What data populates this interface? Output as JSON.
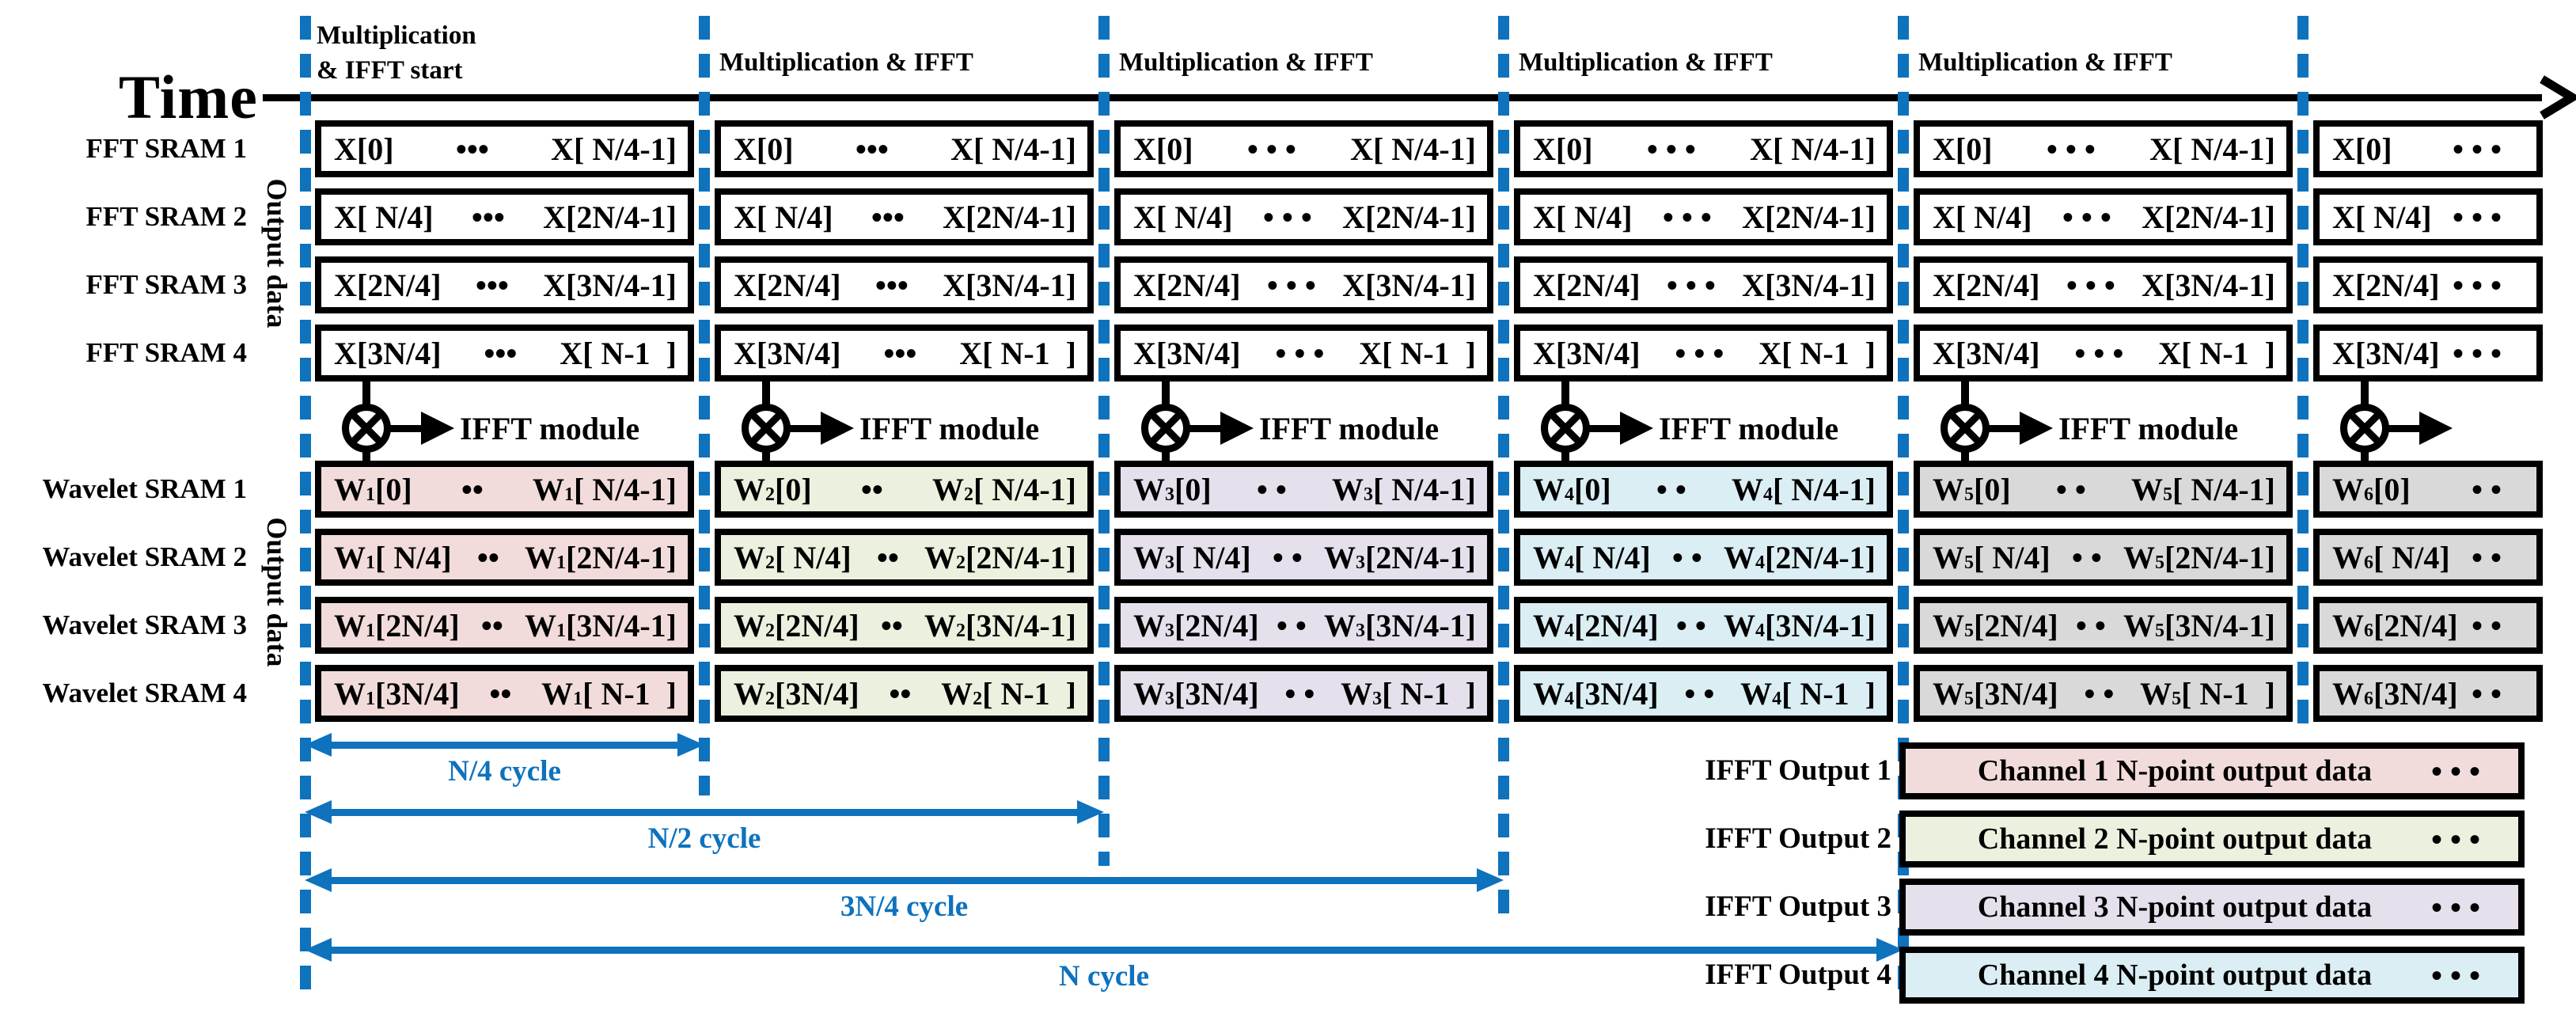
{
  "time_axis": {
    "label": "Time"
  },
  "colors": {
    "accent_blue": "#0e72bd",
    "wavelet_ch1_pink": "#f2dcdb",
    "wavelet_ch2_green": "#ebf1de",
    "wavelet_ch3_lavender": "#e5e0ec",
    "wavelet_ch4_blue": "#daeef3",
    "wavelet_gray": "#d9d9d9",
    "box_white": "#ffffff"
  },
  "left_labels": {
    "fft": [
      "FFT SRAM 1",
      "FFT SRAM 2",
      "FFT SRAM 3",
      "FFT SRAM 4"
    ],
    "wavelet": [
      "Wavelet SRAM 1",
      "Wavelet SRAM 2",
      "Wavelet SRAM 3",
      "Wavelet SRAM 4"
    ],
    "fft_group": "Output data",
    "wavelet_group": "Output data"
  },
  "columns": [
    {
      "header": [
        "Multiplication",
        "& IFFT start"
      ],
      "fft": [
        [
          "X[0]",
          "•••",
          "X[ N/4-1]"
        ],
        [
          "X[ N/4]",
          "•••",
          "X[2N/4-1]"
        ],
        [
          "X[2N/4]",
          "•••",
          "X[3N/4-1]"
        ],
        [
          "X[3N/4]",
          "•••",
          "X[ N-1  ]"
        ]
      ],
      "mult_label": "IFFT module",
      "wavelet": [
        [
          "W_1[0]",
          "••",
          "W_1[ N/4-1]"
        ],
        [
          "W_1[ N/4]",
          "••",
          "W_1[2N/4-1]"
        ],
        [
          "W_1[2N/4]",
          "••",
          "W_1[3N/4-1]"
        ],
        [
          "W_1[3N/4]",
          "••",
          "W_1[ N-1  ]"
        ]
      ],
      "wavelet_color": "#f2dcdb"
    },
    {
      "header": [
        "Multiplication & IFFT"
      ],
      "fft": [
        [
          "X[0]",
          "•••",
          "X[ N/4-1]"
        ],
        [
          "X[ N/4]",
          "•••",
          "X[2N/4-1]"
        ],
        [
          "X[2N/4]",
          "•••",
          "X[3N/4-1]"
        ],
        [
          "X[3N/4]",
          "•••",
          "X[ N-1  ]"
        ]
      ],
      "mult_label": "IFFT module",
      "wavelet": [
        [
          "W_2[0]",
          "••",
          "W_2[ N/4-1]"
        ],
        [
          "W_2[ N/4]",
          "••",
          "W_2[2N/4-1]"
        ],
        [
          "W_2[2N/4]",
          "••",
          "W_2[3N/4-1]"
        ],
        [
          "W_2[3N/4]",
          "••",
          "W_2[ N-1  ]"
        ]
      ],
      "wavelet_color": "#ebf1de"
    },
    {
      "header": [
        "Multiplication & IFFT"
      ],
      "fft": [
        [
          "X[0]",
          "• • •",
          "X[ N/4-1]"
        ],
        [
          "X[ N/4]",
          "• • •",
          "X[2N/4-1]"
        ],
        [
          "X[2N/4]",
          "• • •",
          "X[3N/4-1]"
        ],
        [
          "X[3N/4]",
          "• • •",
          "X[ N-1  ]"
        ]
      ],
      "mult_label": "IFFT module",
      "wavelet": [
        [
          "W_3[0]",
          "• •",
          "W_3[ N/4-1]"
        ],
        [
          "W_3[ N/4]",
          "• •",
          "W_3[2N/4-1]"
        ],
        [
          "W_3[2N/4]",
          "• •",
          "W_3[3N/4-1]"
        ],
        [
          "W_3[3N/4]",
          "• •",
          "W_3[ N-1  ]"
        ]
      ],
      "wavelet_color": "#e5e0ec"
    },
    {
      "header": [
        "Multiplication & IFFT"
      ],
      "fft": [
        [
          "X[0]",
          "• • •",
          "X[ N/4-1]"
        ],
        [
          "X[ N/4]",
          "• • •",
          "X[2N/4-1]"
        ],
        [
          "X[2N/4]",
          "• • •",
          "X[3N/4-1]"
        ],
        [
          "X[3N/4]",
          "• • •",
          "X[ N-1  ]"
        ]
      ],
      "mult_label": "IFFT module",
      "wavelet": [
        [
          "W_4[0]",
          "• •",
          "W_4[ N/4-1]"
        ],
        [
          "W_4[ N/4]",
          "• •",
          "W_4[2N/4-1]"
        ],
        [
          "W_4[2N/4]",
          "• •",
          "W_4[3N/4-1]"
        ],
        [
          "W_4[3N/4]",
          "• •",
          "W_4[ N-1  ]"
        ]
      ],
      "wavelet_color": "#daeef3"
    },
    {
      "header": [
        "Multiplication & IFFT"
      ],
      "fft": [
        [
          "X[0]",
          "• • •",
          "X[ N/4-1]"
        ],
        [
          "X[ N/4]",
          "• • •",
          "X[2N/4-1]"
        ],
        [
          "X[2N/4]",
          "• • •",
          "X[3N/4-1]"
        ],
        [
          "X[3N/4]",
          "• • •",
          "X[ N-1  ]"
        ]
      ],
      "mult_label": "IFFT module",
      "wavelet": [
        [
          "W_5[0]",
          "• •",
          "W_5[ N/4-1]"
        ],
        [
          "W_5[ N/4]",
          "• •",
          "W_5[2N/4-1]"
        ],
        [
          "W_5[2N/4]",
          "• •",
          "W_5[3N/4-1]"
        ],
        [
          "W_5[3N/4]",
          "• •",
          "W_5[ N-1  ]"
        ]
      ],
      "wavelet_color": "#d9d9d9"
    },
    {
      "header": [],
      "fft": [
        [
          "X[0]",
          "• • •"
        ],
        [
          "X[ N/4]",
          "• • •"
        ],
        [
          "X[2N/4]",
          "• • •"
        ],
        [
          "X[3N/4]",
          "• • •"
        ]
      ],
      "mult_label": "",
      "wavelet": [
        [
          "W_6[0]",
          "• •"
        ],
        [
          "W_6[ N/4]",
          "• •"
        ],
        [
          "W_6[2N/4]",
          "• •"
        ],
        [
          "W_6[3N/4]",
          "• •"
        ]
      ],
      "wavelet_color": "#d9d9d9"
    }
  ],
  "cycles": [
    {
      "label": "N/4 cycle"
    },
    {
      "label": "N/2 cycle"
    },
    {
      "label": "3N/4 cycle"
    },
    {
      "label": "N cycle"
    }
  ],
  "ifft_outputs": {
    "labels": [
      "IFFT Output 1",
      "IFFT Output 2",
      "IFFT Output 3",
      "IFFT Output 4"
    ],
    "channels": [
      {
        "text": "Channel 1 N-point output data",
        "dots": "• • •",
        "color": "#f2dcdb"
      },
      {
        "text": "Channel 2 N-point output data",
        "dots": "• • •",
        "color": "#ebf1de"
      },
      {
        "text": "Channel 3 N-point output data",
        "dots": "• • •",
        "color": "#e5e0ec"
      },
      {
        "text": "Channel 4 N-point output data",
        "dots": "• • •",
        "color": "#daeef3"
      }
    ]
  }
}
